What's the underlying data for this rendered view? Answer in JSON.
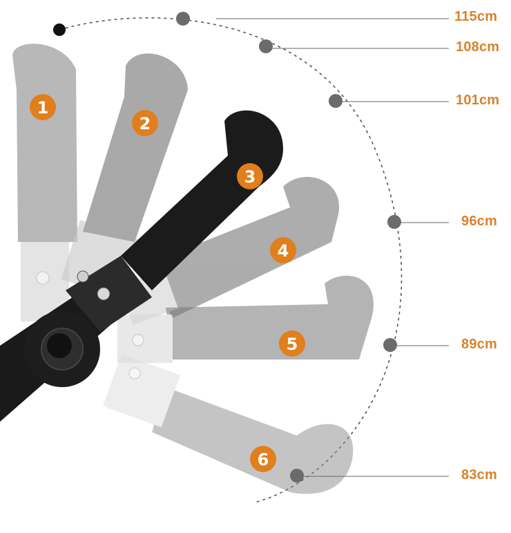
{
  "handle_positions": [
    {
      "badge": "1"
    },
    {
      "badge": "2"
    },
    {
      "badge": "3"
    },
    {
      "badge": "4"
    },
    {
      "badge": "5"
    },
    {
      "badge": "6"
    }
  ],
  "height_labels": [
    "115cm",
    "108cm",
    "101cm",
    "96cm",
    "89cm",
    "83cm"
  ],
  "colors": {
    "badge": "#e07f1c",
    "label": "#d9822b",
    "marker": "#6b6b6b",
    "foam_active": "#1b1b1b",
    "foam_ghost": "#8e8e8e"
  }
}
